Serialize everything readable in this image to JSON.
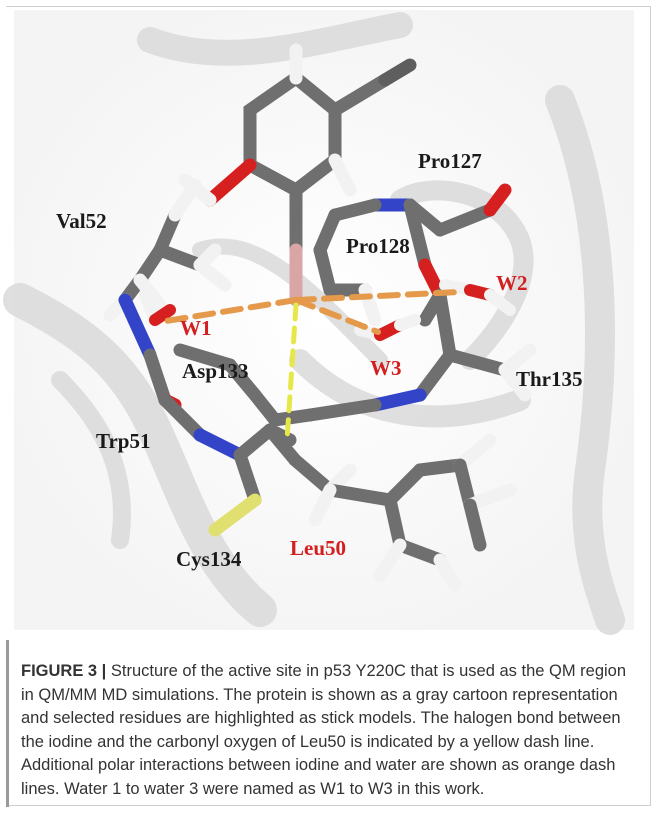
{
  "figure": {
    "residue_labels": {
      "pro127": "Pro127",
      "val52": "Val52",
      "pro128": "Pro128",
      "w2": "W2",
      "w1": "W1",
      "asp133": "Asp133",
      "w3": "W3",
      "thr135": "Thr135",
      "trp51": "Trp51",
      "cys134": "Cys134",
      "leu50": "Leu50"
    },
    "colors": {
      "carbon": "#6f6f6f",
      "hydrogen": "#f2f2f2",
      "oxygen": "#d62020",
      "nitrogen": "#3344c8",
      "sulfur": "#e0e070",
      "halogen_bond": "#e6e84a",
      "polar_interaction": "#e59a4b",
      "water_label": "#d21f1f",
      "residue_label": "#1a1a1a",
      "cartoon": "#d9d9d9"
    }
  },
  "caption": {
    "label": "FIGURE 3 |",
    "text": " Structure of the active site in p53 Y220C that is used as the QM region in QM/MM MD simulations. The protein is shown as a gray cartoon representation and selected residues are highlighted as stick models. The halogen bond between the iodine and the carbonyl oxygen of Leu50 is indicated by a yellow dash line. Additional polar interactions between iodine and water are shown as orange dash lines. Water 1 to water 3 were named as W1 to W3 in this work."
  }
}
